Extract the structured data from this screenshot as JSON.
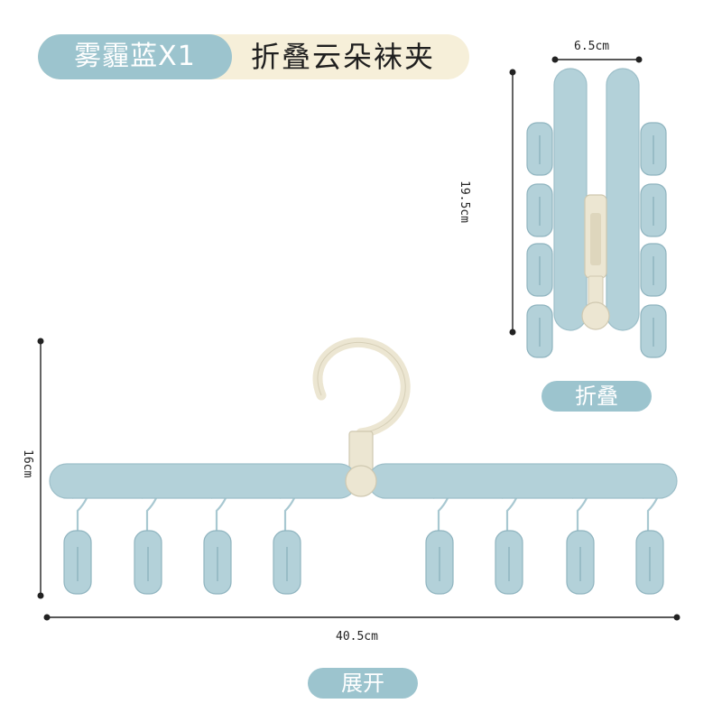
{
  "title": {
    "color_name": "雾霾蓝X1",
    "product_name": "折叠云朵袜夹"
  },
  "labels": {
    "folded": "折叠",
    "unfolded": "展开"
  },
  "dimensions": {
    "folded_width": "6.5cm",
    "folded_height": "19.5cm",
    "unfolded_height": "16cm",
    "unfolded_width": "40.5cm"
  },
  "colors": {
    "hanger_blue": "#b3d1d9",
    "hanger_blue_dark": "#8fb4bf",
    "hook_cream": "#ece6d2",
    "pill_blue": "#9cc4ce",
    "pill_cream": "#f6efd9"
  }
}
